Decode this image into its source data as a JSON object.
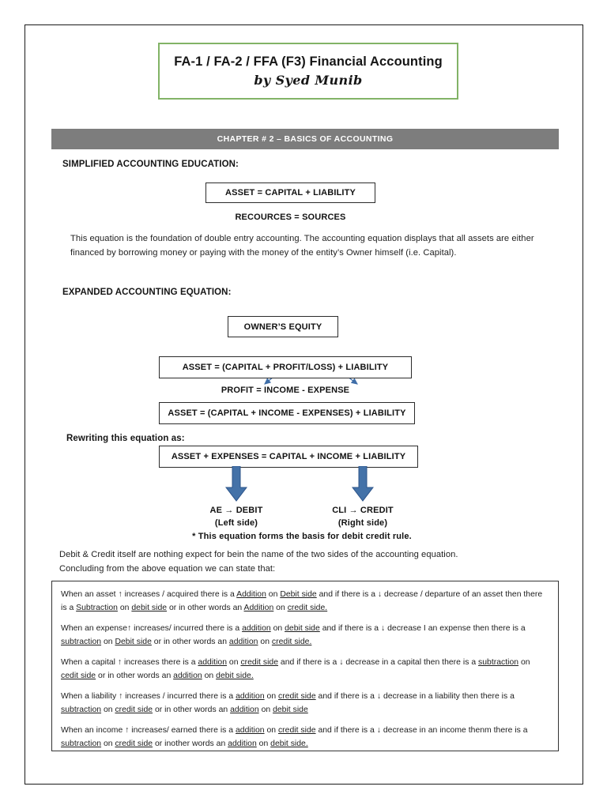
{
  "document": {
    "title_main": "FA-1 / FA-2 / FFA (F3) Financial Accounting",
    "title_author": "by Syed Munib",
    "chapter_header": "CHAPTER # 2 – BASICS OF ACCOUNTING",
    "border_color": "#1a1a1a",
    "title_border_color": "#82b366",
    "chapter_bar_color": "#7d7d7d",
    "arrow_color": "#4472a8"
  },
  "section1": {
    "heading": "SIMPLIFIED ACCOUNTING EDUCATION:",
    "equation_box": "ASSET = CAPITAL + LIABILITY",
    "equation_sub": "RECOURCES = SOURCES",
    "paragraph": "This equation is the foundation of double entry accounting. The accounting equation displays that all assets are either financed by borrowing money or paying with the money of the entity’s Owner himself (i.e. Capital)."
  },
  "section2": {
    "heading": "EXPANDED ACCOUNTING EQUATION:",
    "owners_equity_box": "OWNER’S EQUITY",
    "equation_box_1": "ASSET = (CAPITAL + PROFIT/LOSS) + LIABILITY",
    "profit_line": "PROFIT = INCOME - EXPENSE",
    "equation_box_2": "ASSET = (CAPITAL + INCOME - EXPENSES) + LIABILITY",
    "rewrite_label": "Rewriting this equation as:",
    "equation_box_3": "ASSET + EXPENSES = CAPITAL + INCOME + LIABILITY",
    "left_label": "AE → DEBIT",
    "left_sublabel": "(Left side)",
    "right_label": "CLI → CREDIT",
    "right_sublabel": "(Right side)",
    "footnote": "* This equation forms the basis for debit credit rule.",
    "closing_line_1": "Debit & Credit itself are nothing expect for bein the name of the two sides of the accounting equation.",
    "closing_line_2": "Concluding from the above equation we can state that:"
  },
  "rules": [
    {
      "id": "asset-rule",
      "parts": [
        {
          "t": "When an asset ↑ increases / acquired there is a ",
          "u": false
        },
        {
          "t": "Addition",
          "u": true
        },
        {
          "t": " on ",
          "u": false
        },
        {
          "t": "Debit side",
          "u": true
        },
        {
          "t": " and if there is a ↓ decrease / departure of an asset then there is a ",
          "u": false
        },
        {
          "t": "Subtraction",
          "u": true
        },
        {
          "t": " on ",
          "u": false
        },
        {
          "t": "debit side",
          "u": true
        },
        {
          "t": " or in other words an ",
          "u": false
        },
        {
          "t": "Addition",
          "u": true
        },
        {
          "t": " on ",
          "u": false
        },
        {
          "t": "credit side.",
          "u": true
        }
      ]
    },
    {
      "id": "expense-rule",
      "parts": [
        {
          "t": "When an expense↑ increases/ incurred there is a ",
          "u": false
        },
        {
          "t": "addition",
          "u": true
        },
        {
          "t": " on ",
          "u": false
        },
        {
          "t": "debit side",
          "u": true
        },
        {
          "t": " and if there is a ↓ decrease I an expense then there is a ",
          "u": false
        },
        {
          "t": "subtraction",
          "u": true
        },
        {
          "t": " on ",
          "u": false
        },
        {
          "t": "Debit side",
          "u": true
        },
        {
          "t": " or in other words an ",
          "u": false
        },
        {
          "t": "addition",
          "u": true
        },
        {
          "t": " on ",
          "u": false
        },
        {
          "t": "credit side.",
          "u": true
        }
      ]
    },
    {
      "id": "capital-rule",
      "parts": [
        {
          "t": "When a capital ↑ increases there is a ",
          "u": false
        },
        {
          "t": "addition",
          "u": true
        },
        {
          "t": " on ",
          "u": false
        },
        {
          "t": "credit side",
          "u": true
        },
        {
          "t": " and if there is a ↓ decrease in a capital then there is a ",
          "u": false
        },
        {
          "t": "subtraction",
          "u": true
        },
        {
          "t": " on ",
          "u": false
        },
        {
          "t": "cedit side",
          "u": true
        },
        {
          "t": " or in other words an ",
          "u": false
        },
        {
          "t": "addition",
          "u": true
        },
        {
          "t": " on ",
          "u": false
        },
        {
          "t": "debit side.",
          "u": true
        }
      ]
    },
    {
      "id": "liability-rule",
      "parts": [
        {
          "t": "When a liability ↑ increases / incurred there is a ",
          "u": false
        },
        {
          "t": "addition",
          "u": true
        },
        {
          "t": " on ",
          "u": false
        },
        {
          "t": "credit side",
          "u": true
        },
        {
          "t": " and if there is a ↓ decrease in a liability then there is a ",
          "u": false
        },
        {
          "t": "subtraction",
          "u": true
        },
        {
          "t": " on ",
          "u": false
        },
        {
          "t": "credit side",
          "u": true
        },
        {
          "t": " or in other words an ",
          "u": false
        },
        {
          "t": "addition",
          "u": true
        },
        {
          "t": " on ",
          "u": false
        },
        {
          "t": "debit side",
          "u": true
        }
      ]
    },
    {
      "id": "income-rule",
      "parts": [
        {
          "t": "When an income ↑ increases/ earned there is a ",
          "u": false
        },
        {
          "t": "addition",
          "u": true
        },
        {
          "t": " on ",
          "u": false
        },
        {
          "t": "credit side",
          "u": true
        },
        {
          "t": " and if there is a ↓ decrease in an income thenm there is a ",
          "u": false
        },
        {
          "t": "subtraction",
          "u": true
        },
        {
          "t": " on ",
          "u": false
        },
        {
          "t": "credit side",
          "u": true
        },
        {
          "t": " or inother words an ",
          "u": false
        },
        {
          "t": "addition",
          "u": true
        },
        {
          "t": " on ",
          "u": false
        },
        {
          "t": "debit side.",
          "u": true
        }
      ]
    }
  ]
}
